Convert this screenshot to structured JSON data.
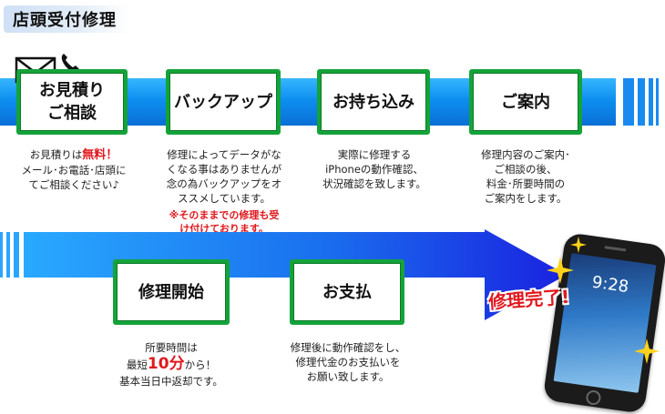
{
  "header": {
    "title": "店頭受付修理"
  },
  "icons": {
    "mail": "envelope-icon",
    "phone": "telephone-icon",
    "sparkle": "sparkle-icon"
  },
  "colors": {
    "band": "#0d8ff0",
    "box_border": "#14a33a",
    "arrow": "#1a2fe0",
    "accent_red": "#e0181e"
  },
  "steps_top": [
    {
      "label_line1": "お見積り",
      "label_line2": "ご相談",
      "desc_line1_pre": "お見積りは",
      "desc_line1_em": "無料！",
      "desc_line2": "メール･お電話･店頭に",
      "desc_line3": "てご相談ください♪"
    },
    {
      "label": "バックアップ",
      "desc_line1": "修理によってデータがな",
      "desc_line2": "くなる事はありませんが",
      "desc_line3": "念の為バックアップをオ",
      "desc_line4": "ススメしています。",
      "note_line1": "※そのままでの修理も受",
      "note_line2": "け付けております。"
    },
    {
      "label": "お持ち込み",
      "desc_line1": "実際に修理する",
      "desc_line2": "iPhoneの動作確認、",
      "desc_line3": "状況確認を致します。"
    },
    {
      "label": "ご案内",
      "desc_line1": "修理内容のご案内･",
      "desc_line2": "ご相談の後、",
      "desc_line3": "料金･所要時間の",
      "desc_line4": "ご案内をします。"
    }
  ],
  "steps_bottom": [
    {
      "label": "修理開始",
      "desc_line1": "所要時間は",
      "desc_line2_pre": "最短",
      "desc_line2_em": "10分",
      "desc_line2_post": "から！",
      "desc_line3": "基本当日中返却です。"
    },
    {
      "label": "お支払",
      "desc_line1": "修理後に動作確認をし、",
      "desc_line2": "修理代金のお支払いを",
      "desc_line3": "お願い致します。"
    }
  ],
  "finish": {
    "label": "修理完了!"
  },
  "phone": {
    "time": "9:28"
  }
}
